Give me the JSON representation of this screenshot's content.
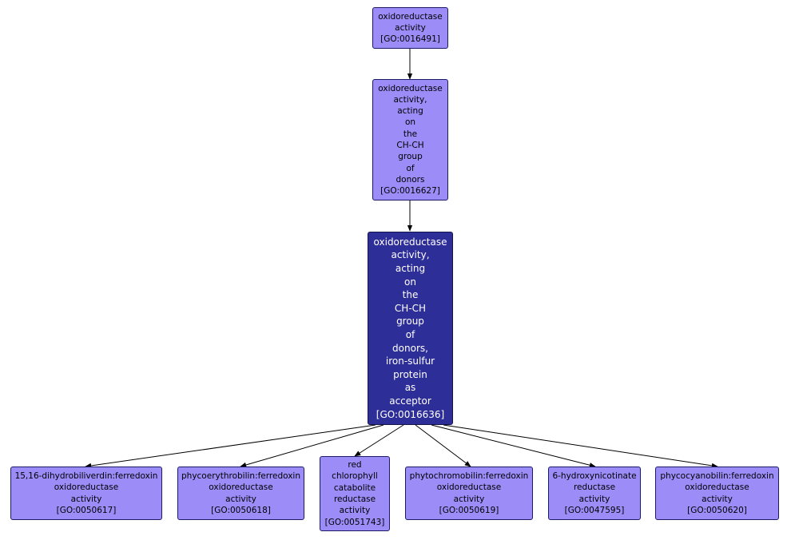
{
  "colors": {
    "node_fill": "#9b8cf8",
    "focus_fill": "#2e2e99",
    "edge": "#000000"
  },
  "nodes": {
    "root": {
      "lines": [
        "oxidoreductase",
        "activity",
        "[GO:0016491]"
      ]
    },
    "ch_ch": {
      "lines": [
        "oxidoreductase",
        "activity,",
        "acting",
        "on",
        "the",
        "CH-CH",
        "group",
        "of",
        "donors",
        "[GO:0016627]"
      ]
    },
    "focus": {
      "lines": [
        "oxidoreductase",
        "activity,",
        "acting",
        "on",
        "the",
        "CH-CH",
        "group",
        "of",
        "donors,",
        "iron-sulfur",
        "protein",
        "as",
        "acceptor",
        "[GO:0016636]"
      ]
    },
    "c1": {
      "lines": [
        "15,16-dihydrobiliverdin:ferredoxin",
        "oxidoreductase",
        "activity",
        "[GO:0050617]"
      ]
    },
    "c2": {
      "lines": [
        "phycoerythrobilin:ferredoxin",
        "oxidoreductase",
        "activity",
        "[GO:0050618]"
      ]
    },
    "c3": {
      "lines": [
        "red",
        "chlorophyll",
        "catabolite",
        "reductase",
        "activity",
        "[GO:0051743]"
      ]
    },
    "c4": {
      "lines": [
        "phytochromobilin:ferredoxin",
        "oxidoreductase",
        "activity",
        "[GO:0050619]"
      ]
    },
    "c5": {
      "lines": [
        "6-hydroxynicotinate",
        "reductase",
        "activity",
        "[GO:0047595]"
      ]
    },
    "c6": {
      "lines": [
        "phycocyanobilin:ferredoxin",
        "oxidoreductase",
        "activity",
        "[GO:0050620]"
      ]
    }
  }
}
